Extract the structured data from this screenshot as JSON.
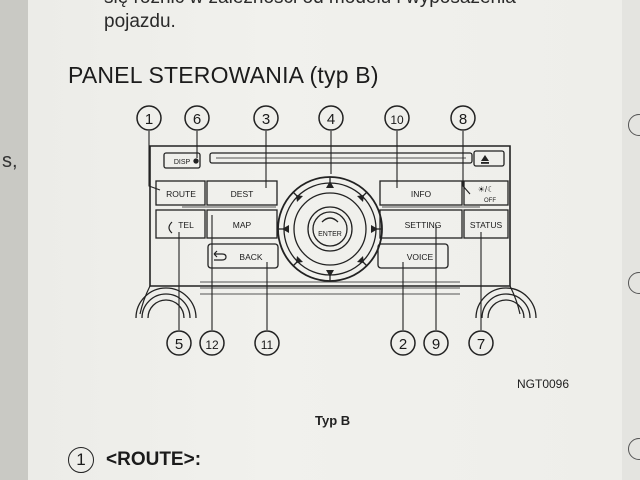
{
  "intro_lines": [
    "się różnić w zależności od modelu i wyposażenia",
    "pojazdu."
  ],
  "heading": "PANEL STEROWANIA (typ B)",
  "callouts": [
    "1",
    "6",
    "3",
    "4",
    "10",
    "8",
    "5",
    "12",
    "11",
    "2",
    "9",
    "7"
  ],
  "buttons": {
    "disp": "DISP",
    "route": "ROUTE",
    "dest": "DEST",
    "info": "INFO",
    "day_night": "☀/☾",
    "off": "OFF",
    "tel": "TEL",
    "map": "MAP",
    "setting": "SETTING",
    "status": "STATUS",
    "back": "BACK",
    "voice": "VOICE",
    "enter": "ENTER",
    "eject": "▲"
  },
  "figure_code": "NGT0096",
  "caption": "Typ B",
  "item": {
    "number": "1",
    "label": "<ROUTE>:"
  },
  "left_mark": "s,",
  "colors": {
    "paper": "#efefeb",
    "ink": "#1a1a1a",
    "backdrop": "#d6d6d2"
  }
}
